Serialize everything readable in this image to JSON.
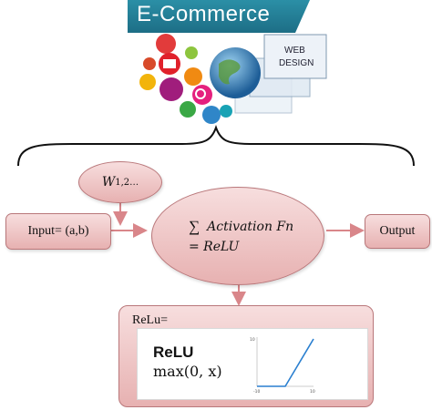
{
  "banner": {
    "title": "E-Commerce"
  },
  "web_design_sign": {
    "line1": "WEB",
    "line2": "DESIGN"
  },
  "diagram": {
    "weights_label": "W",
    "weights_sub": "1,2…",
    "input_label": "Input= (a,b)",
    "sum_symbol": "∑",
    "activation_label": "Activation Fn",
    "relu_eq": "= ReLU",
    "output_label": "Output"
  },
  "relu_panel": {
    "title": "ReLu=",
    "name": "ReLU",
    "formula": "max(0, x)"
  },
  "chart_data": {
    "type": "line",
    "title": "",
    "xlabel": "",
    "ylabel": "",
    "x_tick_labels": [
      "-10",
      "10"
    ],
    "y_tick_labels": [
      "10"
    ],
    "xlim": [
      -10,
      10
    ],
    "ylim": [
      0,
      10
    ],
    "series": [
      {
        "x": [
          -10,
          0,
          10
        ],
        "y": [
          0,
          0,
          10
        ]
      }
    ],
    "colors": {
      "line": "#2a7fd0"
    }
  }
}
